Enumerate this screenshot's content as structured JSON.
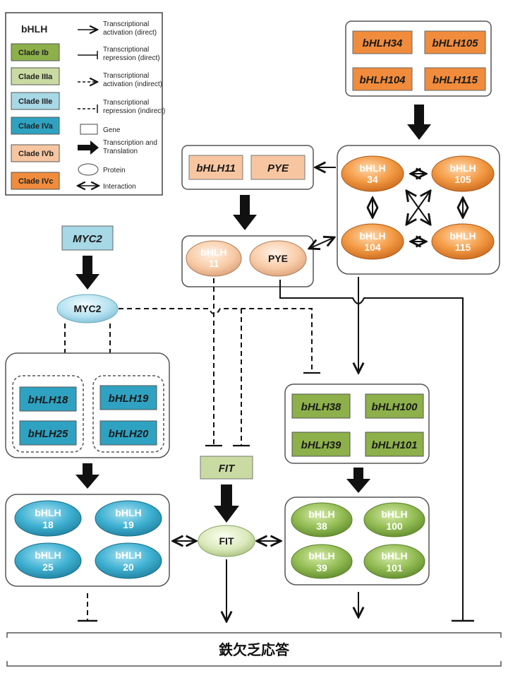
{
  "legend": {
    "title": "bHLH",
    "clades": [
      {
        "label": "Clade Ib",
        "color": "#8db04a"
      },
      {
        "label": "Clade IIIa",
        "color": "#c9dba2"
      },
      {
        "label": "Clade IIIe",
        "color": "#a7d8e6"
      },
      {
        "label": "Clade IVa",
        "color": "#2fa2c2"
      },
      {
        "label": "Clade IVb",
        "color": "#f7c6a1"
      },
      {
        "label": "Clade IVc",
        "color": "#f08c3c"
      }
    ],
    "keys": {
      "act_direct_1": "Transcriptional",
      "act_direct_2": "activation (direct)",
      "rep_direct_1": "Transcriptional",
      "rep_direct_2": "repression (direct)",
      "act_indirect_1": "Transcriptional",
      "act_indirect_2": "activation (indirect)",
      "rep_indirect_1": "Transcriptional",
      "rep_indirect_2": "repression (indirect)",
      "gene": "Gene",
      "tt_1": "Transcription and",
      "tt_2": "Translation",
      "protein": "Protein",
      "interaction": "Interaction"
    }
  },
  "genes": {
    "bHLH34": "bHLH34",
    "bHLH105": "bHLH105",
    "bHLH104": "bHLH104",
    "bHLH115": "bHLH115",
    "bHLH11": "bHLH11",
    "PYE": "PYE",
    "MYC2": "MYC2",
    "bHLH18": "bHLH18",
    "bHLH25": "bHLH25",
    "bHLH19": "bHLH19",
    "bHLH20": "bHLH20",
    "FIT": "FIT",
    "bHLH38": "bHLH38",
    "bHLH100": "bHLH100",
    "bHLH39": "bHLH39",
    "bHLH101": "bHLH101"
  },
  "proteins": {
    "p34_a": "bHLH",
    "p34_b": "34",
    "p105_a": "bHLH",
    "p105_b": "105",
    "p104_a": "bHLH",
    "p104_b": "104",
    "p115_a": "bHLH",
    "p115_b": "115",
    "p11_a": "bHLH",
    "p11_b": "11",
    "pPYE": "PYE",
    "pMYC2": "MYC2",
    "p18_a": "bHLH",
    "p18_b": "18",
    "p19_a": "bHLH",
    "p19_b": "19",
    "p25_a": "bHLH",
    "p25_b": "25",
    "p20_a": "bHLH",
    "p20_b": "20",
    "pFIT": "FIT",
    "p38_a": "bHLH",
    "p38_b": "38",
    "p100_a": "bHLH",
    "p100_b": "100",
    "p39_a": "bHLH",
    "p39_b": "39",
    "p101_a": "bHLH",
    "p101_b": "101"
  },
  "footer": {
    "label": "鉄欠乏応答"
  }
}
